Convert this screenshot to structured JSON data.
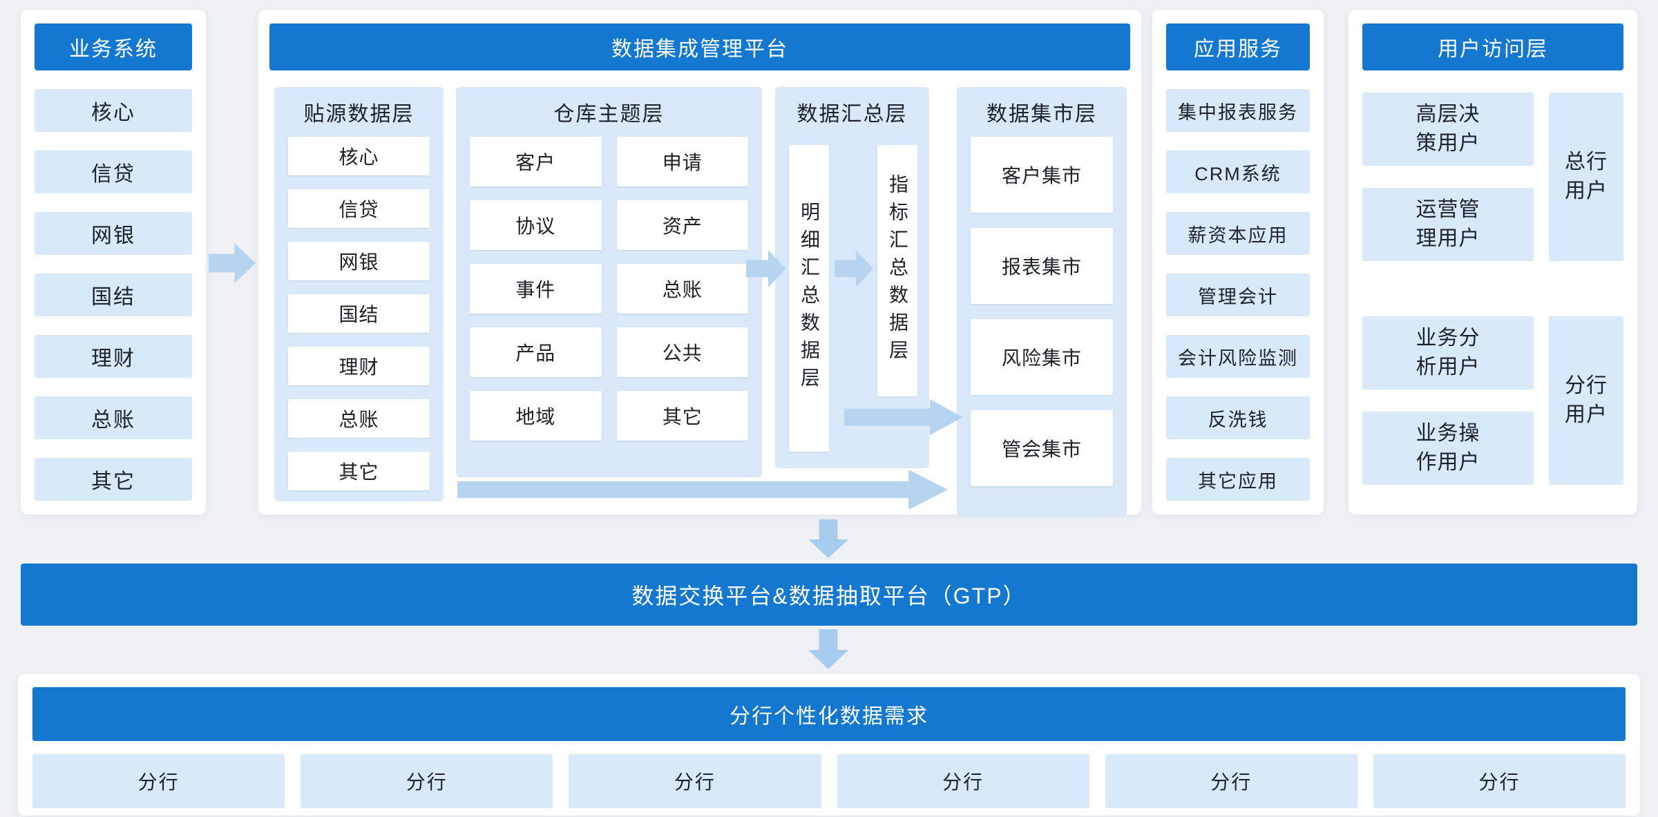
{
  "colors": {
    "primary_blue": "#1478d1",
    "light_blue_box": "#d8e9fa",
    "panel_blue": "#d9e9f9",
    "arrow_blue": "#b6d4f0",
    "down_arrow_blue": "#a7cdee"
  },
  "business_systems": {
    "title": "业务系统",
    "items": [
      "核心",
      "信贷",
      "网银",
      "国结",
      "理财",
      "总账",
      "其它"
    ]
  },
  "platform": {
    "title": "数据集成管理平台",
    "source_layer": {
      "title": "贴源数据层",
      "items": [
        "核心",
        "信贷",
        "网银",
        "国结",
        "理财",
        "总账",
        "其它"
      ]
    },
    "warehouse_layer": {
      "title": "仓库主题层",
      "items": [
        "客户",
        "申请",
        "协议",
        "资产",
        "事件",
        "总账",
        "产品",
        "公共",
        "地域",
        "其它"
      ]
    },
    "summary_layer": {
      "title": "数据汇总层",
      "detail_box": "明细汇总数据层",
      "index_box": "指标汇总数据层"
    },
    "mart_layer": {
      "title": "数据集市层",
      "items": [
        "客户集市",
        "报表集市",
        "风险集市",
        "管会集市"
      ]
    }
  },
  "app_services": {
    "title": "应用服务",
    "items": [
      "集中报表服务",
      "CRM系统",
      "薪资本应用",
      "管理会计",
      "会计风险监测",
      "反洗钱",
      "其它应用"
    ]
  },
  "user_access": {
    "title": "用户访问层",
    "role_items": [
      "高层决策用户",
      "运营管理用户",
      "业务分析用户",
      "业务操作用户"
    ],
    "scope_items": [
      "总行用户",
      "分行用户"
    ]
  },
  "exchange_bar": {
    "label": "数据交换平台&数据抽取平台（GTP）"
  },
  "branch_section": {
    "title": "分行个性化数据需求",
    "items": [
      "分行",
      "分行",
      "分行",
      "分行",
      "分行",
      "分行"
    ]
  }
}
